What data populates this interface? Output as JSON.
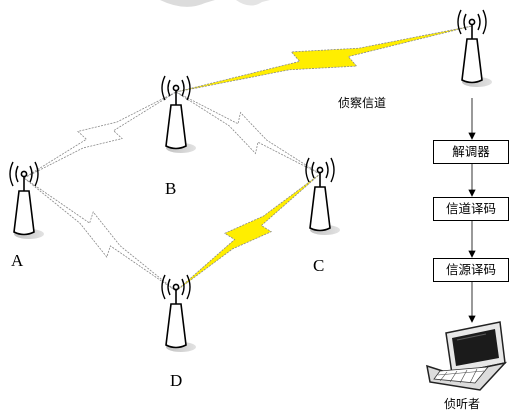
{
  "nodes": [
    {
      "id": "A",
      "label": "A"
    },
    {
      "id": "B",
      "label": "B"
    },
    {
      "id": "C",
      "label": "C"
    },
    {
      "id": "D",
      "label": "D"
    },
    {
      "id": "R",
      "label": ""
    }
  ],
  "links": [
    {
      "from": "A",
      "to": "B",
      "kind": "normal"
    },
    {
      "from": "B",
      "to": "C",
      "kind": "normal"
    },
    {
      "from": "A",
      "to": "D",
      "kind": "normal"
    },
    {
      "from": "D",
      "to": "C",
      "kind": "intercepted"
    },
    {
      "from": "B",
      "to": "R",
      "kind": "intercepted",
      "label": "侦察信道"
    }
  ],
  "chain": {
    "blocks": [
      "解调器",
      "信道译码",
      "信源译码"
    ],
    "endpoint": "侦听者"
  },
  "colors": {
    "normal_link": "#ffffff",
    "intercepted_link": "#ffee00",
    "antenna": "#ffffff",
    "stroke": "#000000"
  }
}
